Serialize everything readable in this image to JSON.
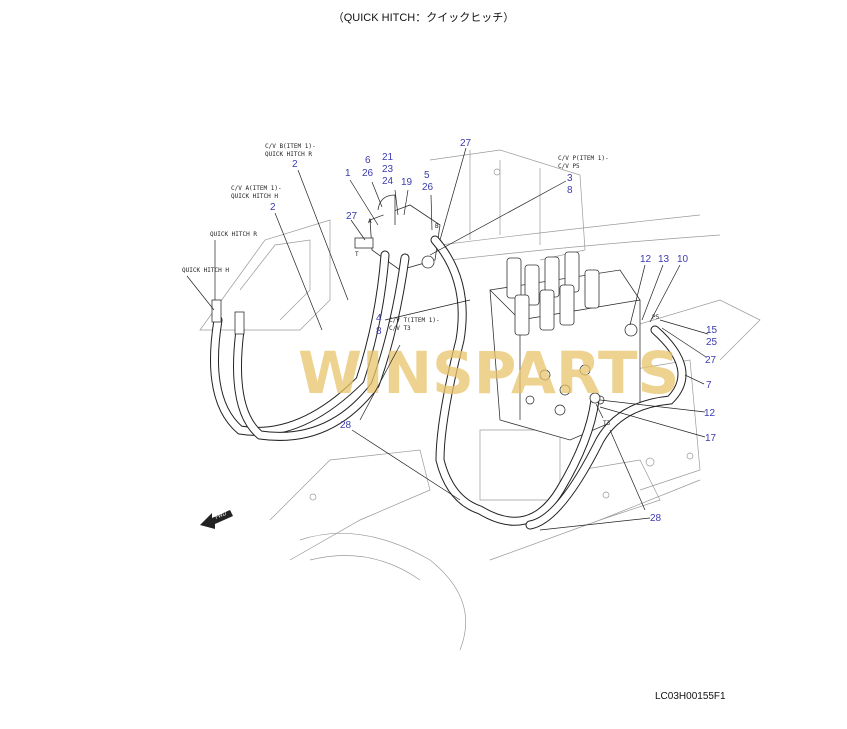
{
  "title": "（QUICK HITCH：クイックヒッチ）",
  "drawing_code": "LC03H00155F1",
  "watermark": "WINSPARTS",
  "colors": {
    "callout": "#3b3bb0",
    "watermark": "#e8c36a",
    "line": "#222222"
  },
  "labels": {
    "cvb_1": "C/V B(ITEM 1)-",
    "cvb_2": "QUICK HITCH R",
    "cva_1": "C/V A(ITEM 1)-",
    "cva_2": "QUICK HITCH H",
    "qh_r": "QUICK HITCH R",
    "qh_h": "QUICK HITCH H",
    "cvp_1": "C/V P(ITEM 1)-",
    "cvp_2": "C/V P5",
    "cvt_1": "C/V T(ITEM 1)-",
    "cvt_2": "C/V T3",
    "port_p5": "P5",
    "port_t3": "T3",
    "port_a": "A",
    "port_b": "B",
    "port_t": "T",
    "fwd": "FWD"
  },
  "callouts": [
    "27",
    "6",
    "21",
    "26",
    "23",
    "24",
    "19",
    "1",
    "5",
    "26",
    "2",
    "2",
    "27",
    "3",
    "8",
    "12",
    "13",
    "10",
    "15",
    "25",
    "27",
    "7",
    "12",
    "17",
    "28",
    "28",
    "4",
    "8"
  ]
}
